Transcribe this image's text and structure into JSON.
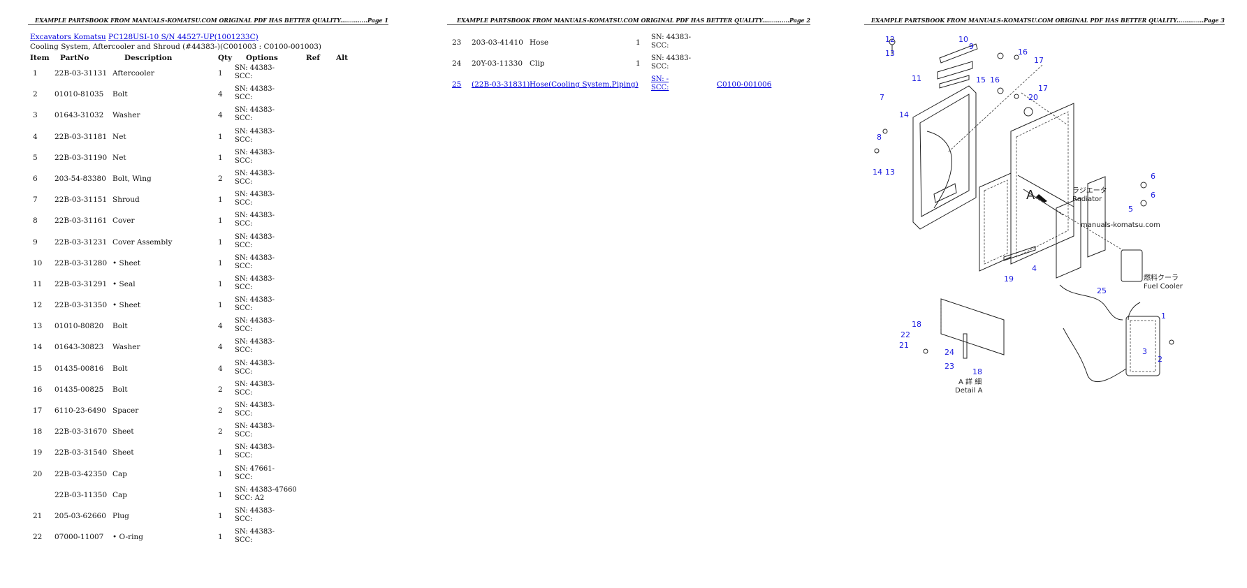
{
  "pages": [
    {
      "header": "EXAMPLE PARTSBOOK FROM MANUALS-KOMATSU.COM ORIGINAL PDF HAS BETTER QUALITY..............Page 1"
    },
    {
      "header": "EXAMPLE PARTSBOOK FROM MANUALS-KOMATSU.COM ORIGINAL PDF HAS BETTER QUALITY..............Page 2"
    },
    {
      "header": "EXAMPLE PARTSBOOK FROM MANUALS-KOMATSU.COM ORIGINAL PDF HAS BETTER QUALITY..............Page 3"
    }
  ],
  "breadcrumb": {
    "category": "Excavators Komatsu",
    "model": "PC128USI-10 S/N 44527-UP(1001233C)"
  },
  "subtitle": "Cooling System, Aftercooler and Shroud (#44383-)(C001003 : C0100-001003)",
  "columns": {
    "item": "Item",
    "part": "PartNo",
    "desc": "Description",
    "qty": "Qty",
    "options": "Options",
    "ref": "Ref",
    "alt": "Alt"
  },
  "rows_page1": [
    {
      "item": "1",
      "part": "22B-03-31131",
      "desc": "Aftercooler",
      "qty": "1",
      "opt1": "SN: 44383-",
      "opt2": "SCC:"
    },
    {
      "item": "2",
      "part": "01010-81035",
      "desc": "Bolt",
      "qty": "4",
      "opt1": "SN: 44383-",
      "opt2": "SCC:"
    },
    {
      "item": "3",
      "part": "01643-31032",
      "desc": "Washer",
      "qty": "4",
      "opt1": "SN: 44383-",
      "opt2": "SCC:"
    },
    {
      "item": "4",
      "part": "22B-03-31181",
      "desc": "Net",
      "qty": "1",
      "opt1": "SN: 44383-",
      "opt2": "SCC:"
    },
    {
      "item": "5",
      "part": "22B-03-31190",
      "desc": "Net",
      "qty": "1",
      "opt1": "SN: 44383-",
      "opt2": "SCC:"
    },
    {
      "item": "6",
      "part": "203-54-83380",
      "desc": "Bolt, Wing",
      "qty": "2",
      "opt1": "SN: 44383-",
      "opt2": "SCC:"
    },
    {
      "item": "7",
      "part": "22B-03-31151",
      "desc": "Shroud",
      "qty": "1",
      "opt1": "SN: 44383-",
      "opt2": "SCC:"
    },
    {
      "item": "8",
      "part": "22B-03-31161",
      "desc": "Cover",
      "qty": "1",
      "opt1": "SN: 44383-",
      "opt2": "SCC:"
    },
    {
      "item": "9",
      "part": "22B-03-31231",
      "desc": "Cover Assembly",
      "qty": "1",
      "opt1": "SN: 44383-",
      "opt2": "SCC:"
    },
    {
      "item": "10",
      "part": "22B-03-31280",
      "desc": "• Sheet",
      "qty": "1",
      "opt1": "SN: 44383-",
      "opt2": "SCC:"
    },
    {
      "item": "11",
      "part": "22B-03-31291",
      "desc": "• Seal",
      "qty": "1",
      "opt1": "SN: 44383-",
      "opt2": "SCC:"
    },
    {
      "item": "12",
      "part": "22B-03-31350",
      "desc": "• Sheet",
      "qty": "1",
      "opt1": "SN: 44383-",
      "opt2": "SCC:"
    },
    {
      "item": "13",
      "part": "01010-80820",
      "desc": "Bolt",
      "qty": "4",
      "opt1": "SN: 44383-",
      "opt2": "SCC:"
    },
    {
      "item": "14",
      "part": "01643-30823",
      "desc": "Washer",
      "qty": "4",
      "opt1": "SN: 44383-",
      "opt2": "SCC:"
    },
    {
      "item": "15",
      "part": "01435-00816",
      "desc": "Bolt",
      "qty": "4",
      "opt1": "SN: 44383-",
      "opt2": "SCC:"
    },
    {
      "item": "16",
      "part": "01435-00825",
      "desc": "Bolt",
      "qty": "2",
      "opt1": "SN: 44383-",
      "opt2": "SCC:"
    },
    {
      "item": "17",
      "part": "6110-23-6490",
      "desc": "Spacer",
      "qty": "2",
      "opt1": "SN: 44383-",
      "opt2": "SCC:"
    },
    {
      "item": "18",
      "part": "22B-03-31670",
      "desc": "Sheet",
      "qty": "2",
      "opt1": "SN: 44383-",
      "opt2": "SCC:"
    },
    {
      "item": "19",
      "part": "22B-03-31540",
      "desc": "Sheet",
      "qty": "1",
      "opt1": "SN: 44383-",
      "opt2": "SCC:"
    },
    {
      "item": "20",
      "part": "22B-03-42350",
      "desc": "Cap",
      "qty": "1",
      "opt1": "SN: 47661-",
      "opt2": "SCC:"
    },
    {
      "item": "",
      "part": "22B-03-11350",
      "desc": "Cap",
      "qty": "1",
      "opt1": "SN: 44383-47660",
      "opt2": "SCC: A2"
    },
    {
      "item": "21",
      "part": "205-03-62660",
      "desc": "Plug",
      "qty": "1",
      "opt1": "SN: 44383-",
      "opt2": "SCC:"
    },
    {
      "item": "22",
      "part": "07000-11007",
      "desc": "• O-ring",
      "qty": "1",
      "opt1": "SN: 44383-",
      "opt2": "SCC:"
    }
  ],
  "rows_page2": [
    {
      "item": "23",
      "part": "203-03-41410",
      "desc": "Hose",
      "qty": "1",
      "opt1": "SN: 44383-",
      "opt2": "SCC:",
      "ref": ""
    },
    {
      "item": "24",
      "part": "20Y-03-11330",
      "desc": "Clip",
      "qty": "1",
      "opt1": "SN: 44383-",
      "opt2": "SCC:",
      "ref": ""
    },
    {
      "item": "25",
      "part": "(22B-03-31831)",
      "desc": "Hose(Cooling System,Piping)",
      "qty": "",
      "opt1": "SN: -",
      "opt2": "SCC:",
      "ref": "C0100-001006"
    }
  ],
  "diagram": {
    "labels": {
      "radiator_jp": "ラジエータ",
      "radiator": "Radiator",
      "cooler_jp": "燃料クーラ",
      "cooler": "Fuel Cooler",
      "detail_jp": "A 詳 細",
      "detail": "Detail A",
      "arrow": "A",
      "watermark": "manuals-komatsu.com"
    },
    "callouts": [
      "1",
      "2",
      "3",
      "4",
      "5",
      "6",
      "6",
      "7",
      "8",
      "9",
      "10",
      "11",
      "12",
      "13",
      "14",
      "13",
      "14",
      "15",
      "16",
      "16",
      "17",
      "17",
      "18",
      "18",
      "19",
      "20",
      "21",
      "22",
      "23",
      "24",
      "25"
    ]
  }
}
